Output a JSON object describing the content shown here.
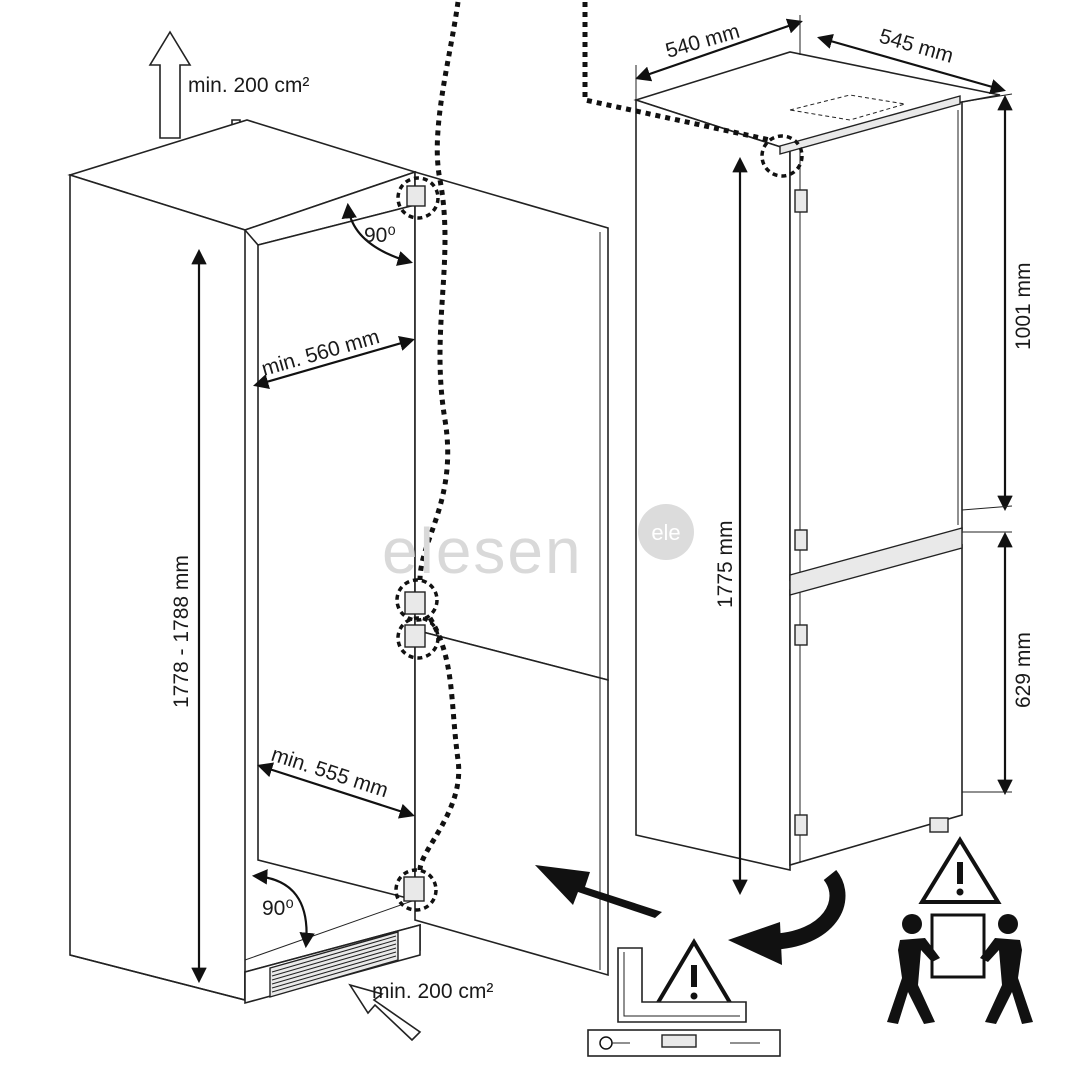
{
  "labels": {
    "vent_top": "min. 200 cm²",
    "vent_bottom": "min. 200 cm²",
    "angle_top": "90⁰",
    "angle_bottom": "90⁰",
    "niche_width_top": "min. 560 mm",
    "niche_width_bottom": "min. 555 mm",
    "niche_height": "1778 - 1788 mm",
    "appliance_width": "540 mm",
    "appliance_depth": "545 mm",
    "appliance_height": "1775 mm",
    "upper_door_height": "1001 mm",
    "lower_door_height": "629 mm"
  },
  "watermark": {
    "text": "elesen",
    "badge": "ele"
  },
  "icons": [
    "warning-icon",
    "two-person-lift-icon",
    "warning-icon",
    "spirit-level-icon",
    "set-square-icon",
    "rotate-arrow-icon",
    "insert-arrow-icon",
    "airflow-arrow-icon"
  ]
}
